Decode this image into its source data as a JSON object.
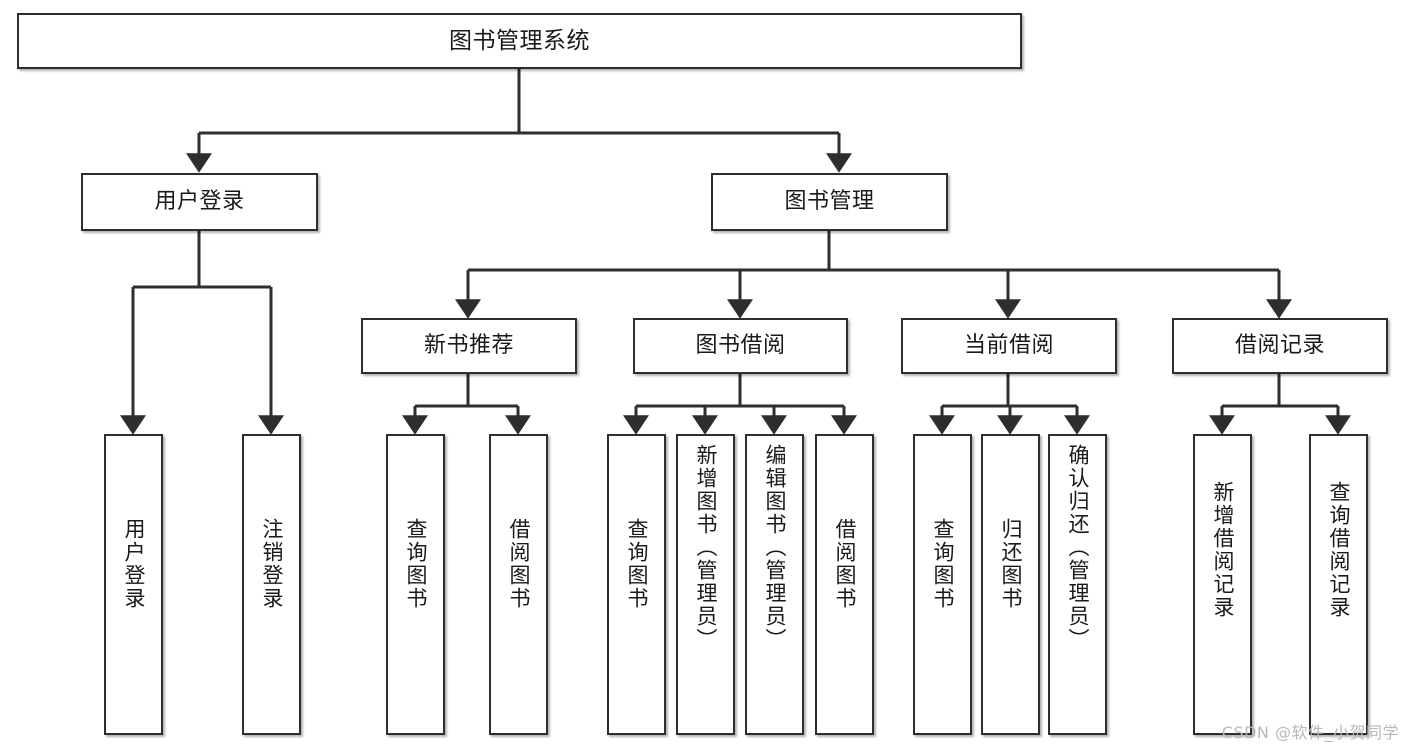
{
  "diagram": {
    "title": "图书管理系统",
    "type": "tree",
    "orientation": "top-down",
    "colors": {
      "border": "#2e2e2e",
      "background": "#ffffff",
      "text": "#1a1a1a",
      "connector": "#2e2e2e",
      "watermark": "#b9b9b9"
    }
  },
  "watermark": {
    "text": "CSDN @软件_小贺同学"
  },
  "nodes": {
    "root": {
      "label": "图书管理系统"
    },
    "level2": [
      {
        "id": "user-login",
        "label": "用户登录"
      },
      {
        "id": "book-management",
        "label": "图书管理"
      }
    ],
    "level3": [
      {
        "id": "new-book-recommend",
        "label": "新书推荐"
      },
      {
        "id": "book-borrow",
        "label": "图书借阅"
      },
      {
        "id": "current-borrow",
        "label": "当前借阅"
      },
      {
        "id": "borrow-record",
        "label": "借阅记录"
      }
    ],
    "leaves": {
      "user_login": [
        {
          "id": "leaf-user-login",
          "label": "用户登录"
        },
        {
          "id": "leaf-logout",
          "label": "注销登录"
        }
      ],
      "new_book_recommend": [
        {
          "id": "leaf-query-book-1",
          "label": "查询图书"
        },
        {
          "id": "leaf-borrow-book-1",
          "label": "借阅图书"
        }
      ],
      "book_borrow": [
        {
          "id": "leaf-query-book-2",
          "label": "查询图书"
        },
        {
          "id": "leaf-add-book",
          "label": "新增图书（管理员）"
        },
        {
          "id": "leaf-edit-book",
          "label": "编辑图书（管理员）"
        },
        {
          "id": "leaf-borrow-book-2",
          "label": "借阅图书"
        }
      ],
      "current_borrow": [
        {
          "id": "leaf-query-book-3",
          "label": "查询图书"
        },
        {
          "id": "leaf-return-book",
          "label": "归还图书"
        },
        {
          "id": "leaf-confirm-return",
          "label": "确认归还（管理员）"
        }
      ],
      "borrow_record": [
        {
          "id": "leaf-add-record",
          "label": "新增借阅记录"
        },
        {
          "id": "leaf-query-record",
          "label": "查询借阅记录"
        }
      ]
    }
  }
}
